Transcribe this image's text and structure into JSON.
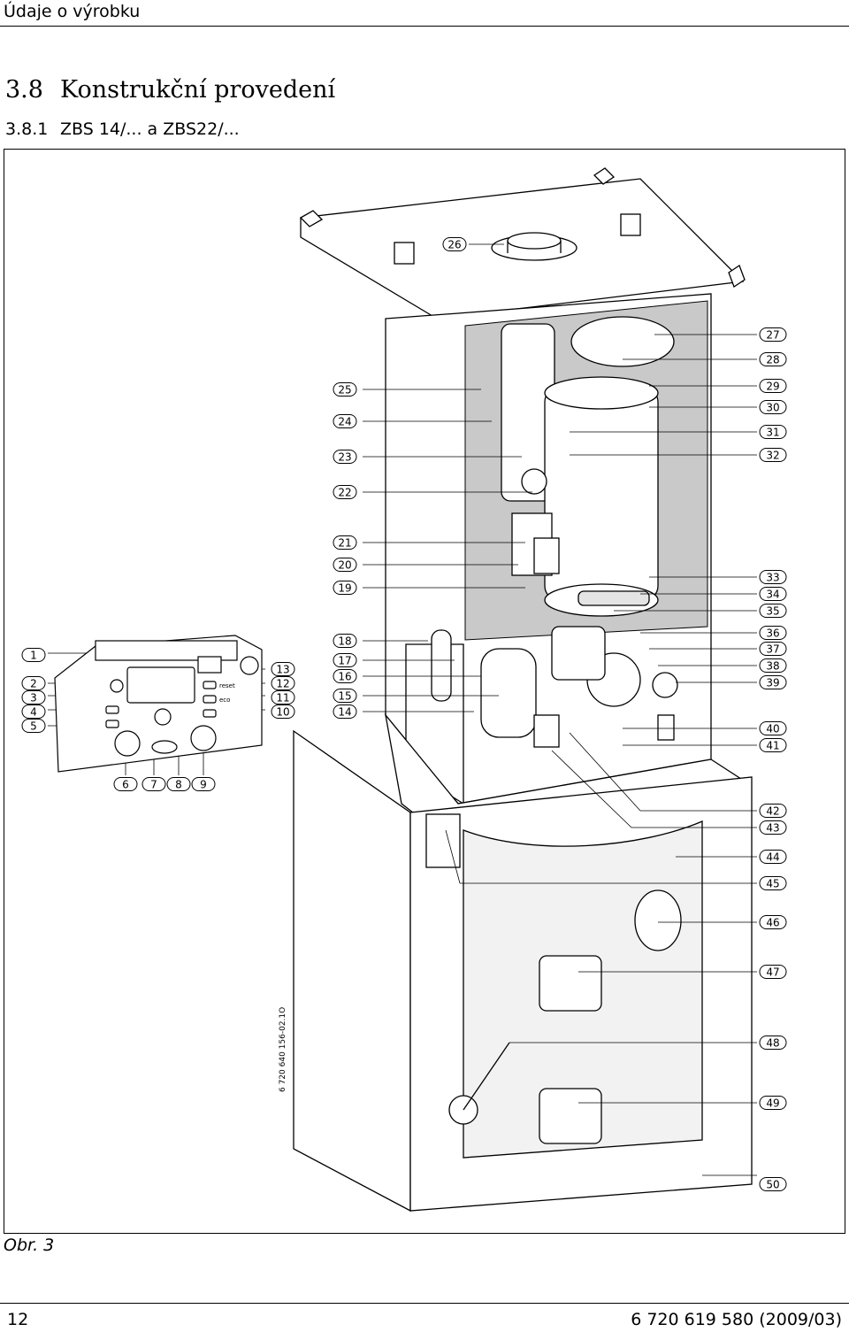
{
  "header": {
    "title": "Údaje o výrobku"
  },
  "section": {
    "number": "3.8",
    "title": "Konstrukční provedení"
  },
  "subsection": {
    "number": "3.8.1",
    "title": "ZBS 14/... a ZBS22/..."
  },
  "figure": {
    "drawing_code": "6 720 640 156-02.1O",
    "caption": "Obr. 3",
    "callouts_left": [
      "1",
      "2",
      "3",
      "4",
      "5"
    ],
    "callouts_panel_bottom": [
      "6",
      "7",
      "8",
      "9"
    ],
    "callouts_panel_right": [
      "13",
      "12",
      "11",
      "10"
    ],
    "callouts_center": [
      "25",
      "24",
      "23",
      "22",
      "21",
      "20",
      "19",
      "18",
      "17",
      "16",
      "15",
      "14"
    ],
    "callout_top": "26",
    "callouts_right": [
      "27",
      "28",
      "29",
      "30",
      "31",
      "32",
      "33",
      "34",
      "35",
      "36",
      "37",
      "38",
      "39",
      "40",
      "41",
      "42",
      "43",
      "44",
      "45",
      "46",
      "47",
      "48",
      "49",
      "50"
    ],
    "panel_labels": {
      "reset": "reset",
      "eco": "eco"
    }
  },
  "footer": {
    "page_number": "12",
    "doc_number": "6 720 619 580 (2009/03)"
  }
}
